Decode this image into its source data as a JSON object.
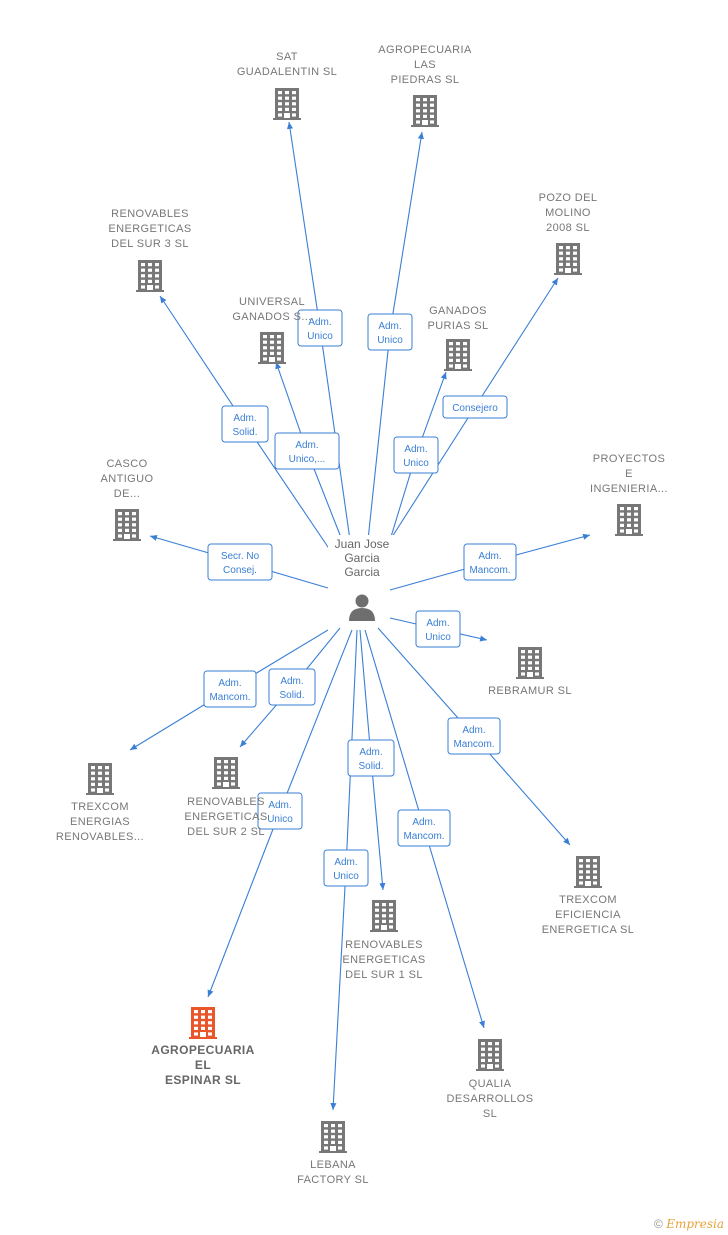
{
  "person": {
    "name_lines": [
      "Juan Jose",
      "Garcia",
      "Garcia"
    ],
    "icon": "person-icon"
  },
  "colors": {
    "edge": "#3a7fd5",
    "building": "#777777",
    "building_highlight": "#e8562a"
  },
  "companies": [
    {
      "id": "sat",
      "lines": [
        "SAT",
        "GUADALENTIN SL"
      ],
      "highlight": false
    },
    {
      "id": "agro_piedras",
      "lines": [
        "AGROPECUARIA",
        "LAS",
        "PIEDRAS  SL"
      ],
      "highlight": false
    },
    {
      "id": "renov3",
      "lines": [
        "RENOVABLES",
        "ENERGETICAS",
        "DEL SUR 3  SL"
      ],
      "highlight": false
    },
    {
      "id": "pozo",
      "lines": [
        "POZO DEL",
        "MOLINO",
        "2008 SL"
      ],
      "highlight": false
    },
    {
      "id": "universal",
      "lines": [
        "UNIVERSAL",
        "GANADOS S..."
      ],
      "highlight": false
    },
    {
      "id": "ganados_purias",
      "lines": [
        "GANADOS",
        "PURIAS SL"
      ],
      "highlight": false
    },
    {
      "id": "casco",
      "lines": [
        "CASCO",
        "ANTIGUO",
        "DE..."
      ],
      "highlight": false
    },
    {
      "id": "proyectos",
      "lines": [
        "PROYECTOS",
        "E",
        "INGENIERIA..."
      ],
      "highlight": false
    },
    {
      "id": "rebramur",
      "lines": [
        "REBRAMUR  SL"
      ],
      "highlight": false
    },
    {
      "id": "trexcom_renov",
      "lines": [
        "TREXCOM",
        "ENERGIAS",
        "RENOVABLES..."
      ],
      "highlight": false
    },
    {
      "id": "renov2",
      "lines": [
        "RENOVABLES",
        "ENERGETICAS",
        "DEL SUR 2  SL"
      ],
      "highlight": false
    },
    {
      "id": "trexcom_efic",
      "lines": [
        "TREXCOM",
        "EFICIENCIA",
        "ENERGETICA SL"
      ],
      "highlight": false
    },
    {
      "id": "renov1",
      "lines": [
        "RENOVABLES",
        "ENERGETICAS",
        "DEL SUR 1  SL"
      ],
      "highlight": false
    },
    {
      "id": "agro_espinar",
      "lines": [
        "AGROPECUARIA",
        "EL",
        "ESPINAR  SL"
      ],
      "highlight": true
    },
    {
      "id": "qualia",
      "lines": [
        "QUALIA",
        "DESARROLLOS",
        "SL"
      ],
      "highlight": false
    },
    {
      "id": "lebana",
      "lines": [
        "LEBANA",
        "FACTORY  SL"
      ],
      "highlight": false
    }
  ],
  "relations": [
    {
      "target": "sat",
      "lines": [
        "Adm.",
        "Unico"
      ]
    },
    {
      "target": "agro_piedras",
      "lines": [
        "Adm.",
        "Unico"
      ]
    },
    {
      "target": "renov3",
      "lines": [
        "Adm.",
        "Solid."
      ]
    },
    {
      "target": "pozo",
      "lines": [
        "Consejero"
      ]
    },
    {
      "target": "universal",
      "lines": [
        "Adm.",
        "Unico,..."
      ]
    },
    {
      "target": "ganados_purias",
      "lines": [
        "Adm.",
        "Unico"
      ]
    },
    {
      "target": "casco",
      "lines": [
        "Secr.  No",
        "Consej."
      ]
    },
    {
      "target": "proyectos",
      "lines": [
        "Adm.",
        "Mancom."
      ]
    },
    {
      "target": "rebramur",
      "lines": [
        "Adm.",
        "Unico"
      ]
    },
    {
      "target": "trexcom_renov",
      "lines": [
        "Adm.",
        "Mancom."
      ]
    },
    {
      "target": "renov2",
      "lines": [
        "Adm.",
        "Solid."
      ]
    },
    {
      "target": "trexcom_efic",
      "lines": [
        "Adm.",
        "Mancom."
      ]
    },
    {
      "target": "renov1",
      "lines": [
        "Adm.",
        "Solid."
      ]
    },
    {
      "target": "agro_espinar",
      "lines": [
        "Adm.",
        "Unico"
      ]
    },
    {
      "target": "qualia",
      "lines": [
        "Adm.",
        "Mancom."
      ]
    },
    {
      "target": "lebana",
      "lines": [
        "Adm.",
        "Unico"
      ]
    }
  ],
  "brand": {
    "copyright": "©",
    "name": "Empresia"
  }
}
